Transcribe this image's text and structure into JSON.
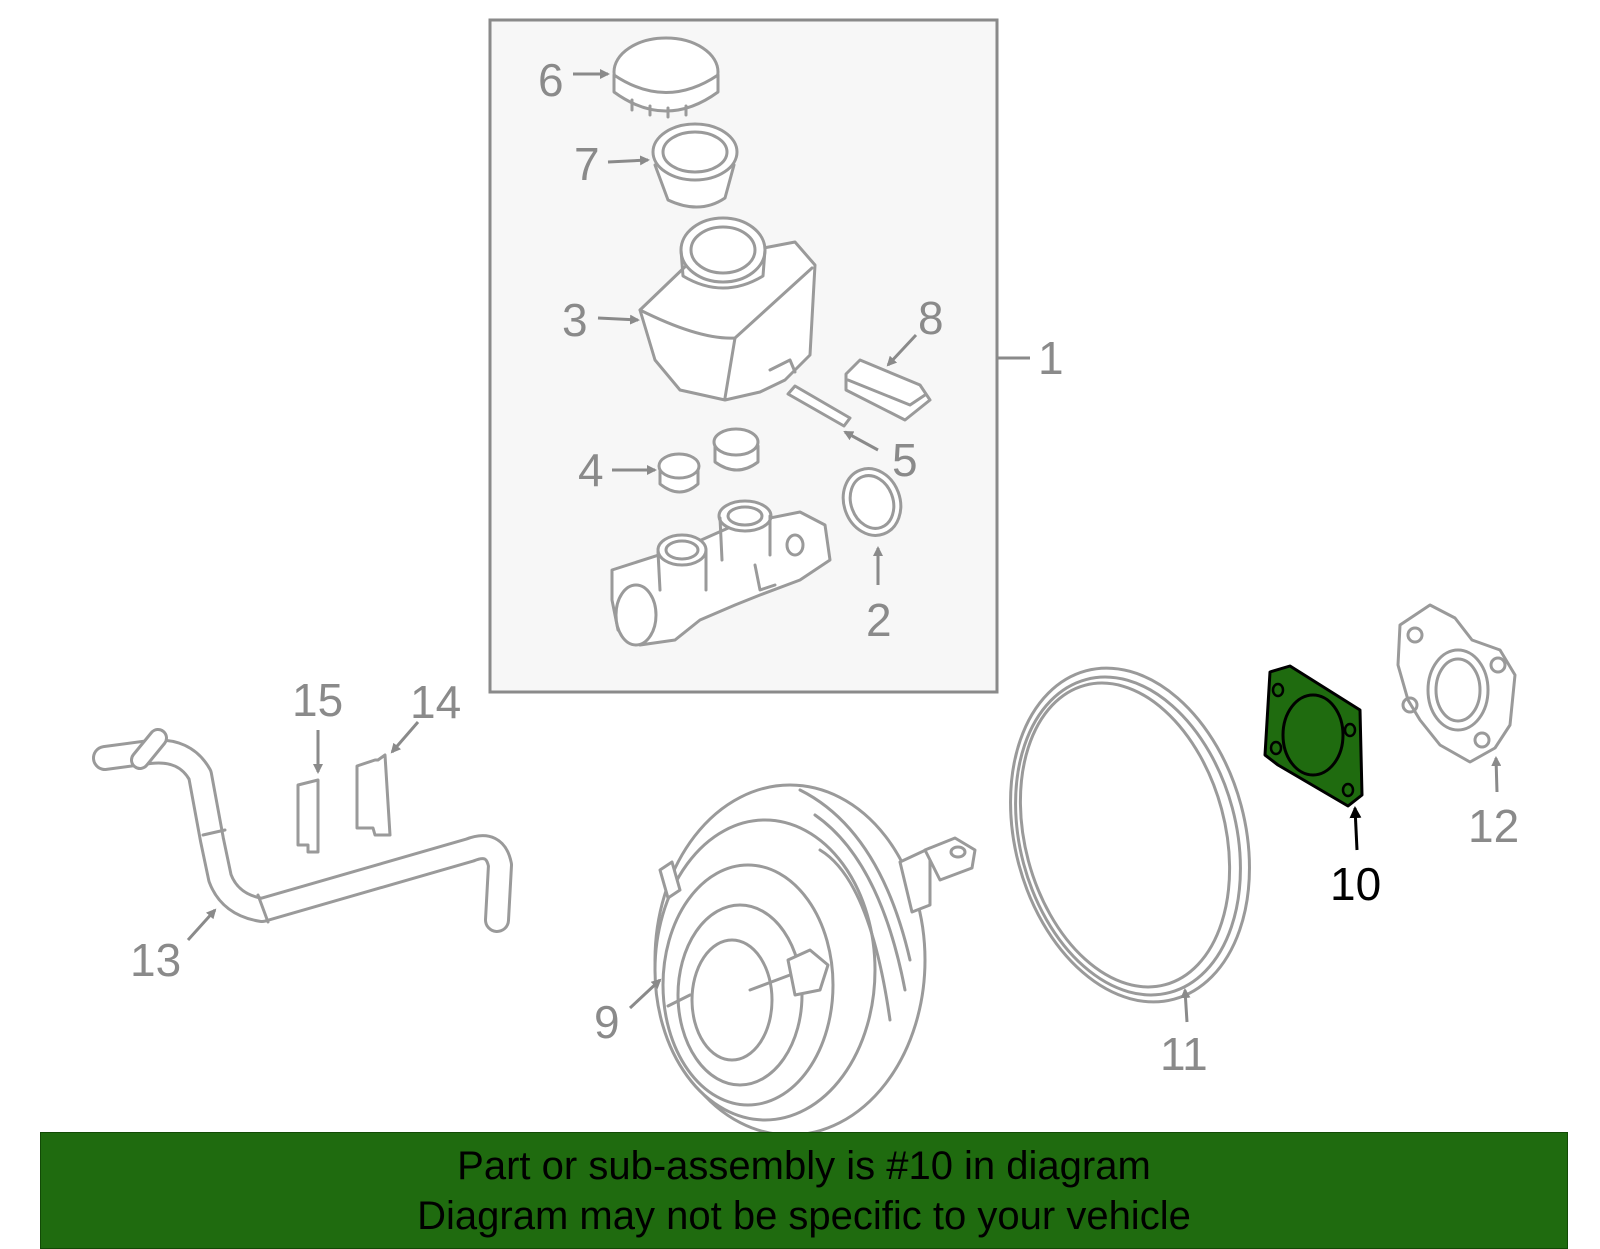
{
  "diagram": {
    "callouts": {
      "c1": "1",
      "c2": "2",
      "c3": "3",
      "c4": "4",
      "c5": "5",
      "c6": "6",
      "c7": "7",
      "c8": "8",
      "c9": "9",
      "c10": "10",
      "c11": "11",
      "c12": "12",
      "c13": "13",
      "c14": "14",
      "c15": "15"
    },
    "highlighted_part": "10",
    "highlight_color": "#1f6b0f",
    "part_stroke_color": "#9a9a9a",
    "assembly_box_color": "#f7f7f7"
  },
  "banner": {
    "line1": "Part or sub-assembly is #10 in diagram",
    "line2": "Diagram may not be specific to your vehicle",
    "background": "#1f6b0f"
  }
}
